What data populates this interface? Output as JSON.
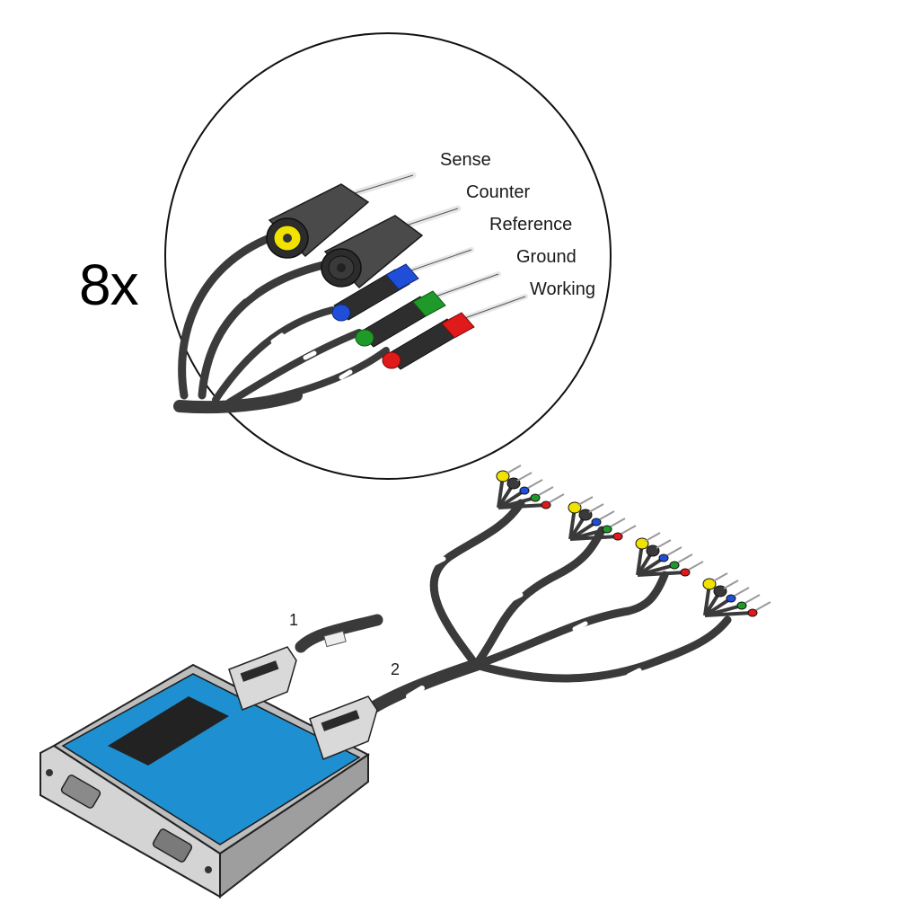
{
  "callout": {
    "multiplier": "8x",
    "connectors": [
      {
        "label": "Sense",
        "color": "#f2e200",
        "kind": "socket"
      },
      {
        "label": "Counter",
        "color": "#3a3a3a",
        "kind": "socket"
      },
      {
        "label": "Reference",
        "color": "#1f4fd8",
        "kind": "pin"
      },
      {
        "label": "Ground",
        "color": "#1f9a2a",
        "kind": "pin"
      },
      {
        "label": "Working",
        "color": "#e0191b",
        "kind": "pin"
      }
    ]
  },
  "cable_labels": {
    "cable_1": "1",
    "cable_2": "2"
  },
  "device": {
    "body_color": "#1e8fd0",
    "panel_color": "#222222",
    "frame_color": "#c9c9c9"
  }
}
